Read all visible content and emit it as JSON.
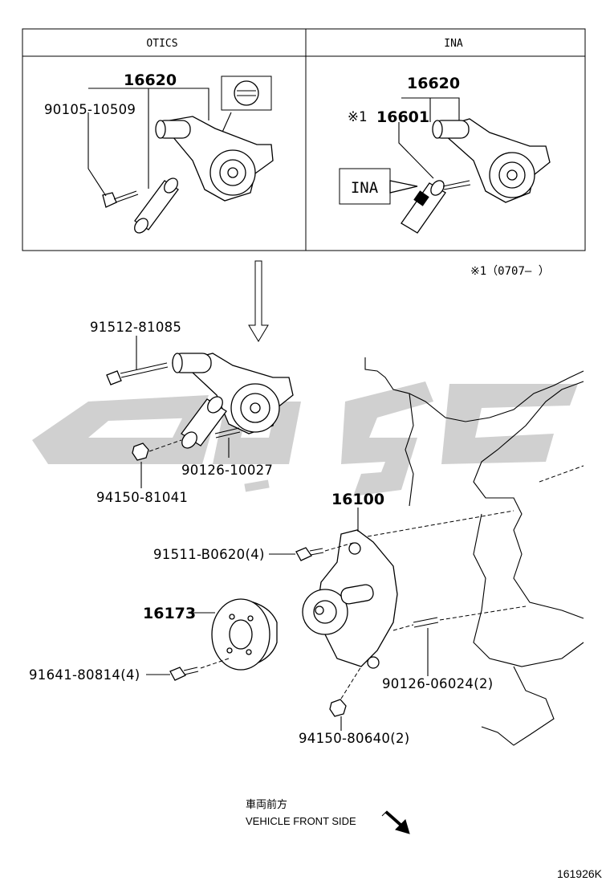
{
  "headers": {
    "left": "OTICS",
    "right": "INA"
  },
  "otics": {
    "assembly": "16620",
    "bolt": "90105-10509"
  },
  "ina": {
    "assembly": "16620",
    "tensioner_mark": "※1",
    "tensioner": "16601",
    "ina_tag": "INA"
  },
  "footnote": "※1（0707—    ）",
  "parts": {
    "bolt_long": "91512-81085",
    "stud": "90126-10027",
    "nut": "94150-81041",
    "water_pump": "16100",
    "pump_bolt": "91511-B0620(4)",
    "pulley": "16173",
    "pulley_bolt": "91641-80814(4)",
    "pump_stud": "90126-06024(2)",
    "pump_nut": "94150-80640(2)"
  },
  "direction": {
    "jp": "車両前方",
    "en": "VEHICLE FRONT SIDE"
  },
  "diagram_id": "161926K",
  "watermark_color": "#d0d0d0"
}
